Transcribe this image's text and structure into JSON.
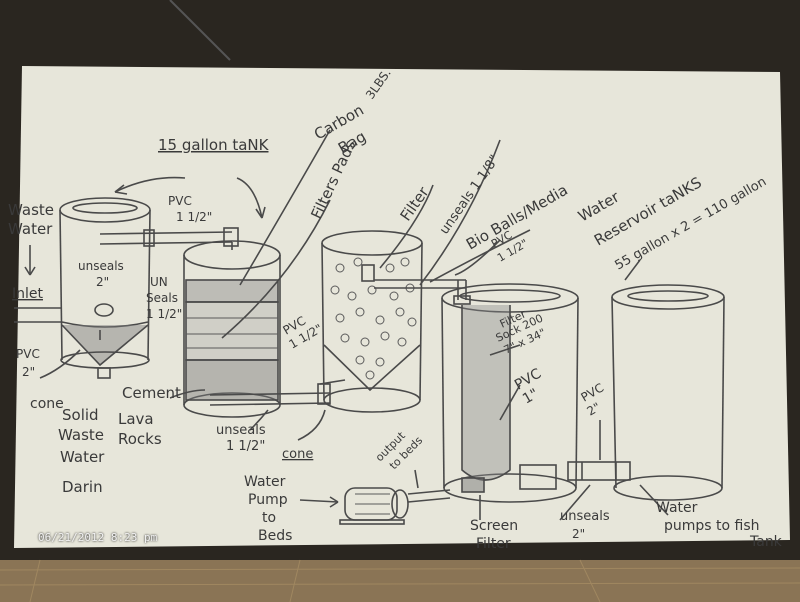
{
  "colors": {
    "paper": "#e7e6da",
    "ink": "#454545",
    "background": "#2a2620",
    "floor": "#8a7455"
  },
  "timestamp": "06/21/2012 8:23 pm",
  "labels": {
    "waste_water": [
      "Waste",
      "Water"
    ],
    "inlet": "Inlet",
    "pvc2_left": [
      "PVC",
      "2\""
    ],
    "cone_left": "cone",
    "solid_waste": [
      "Solid",
      "Waste",
      "Water",
      "Darin"
    ],
    "cement": "Cement",
    "unseals_2": [
      "unseals",
      "2\""
    ],
    "gallon_tank": "15 gallon taNK",
    "pvc_1_half_top": [
      "PVC",
      "1 1/2\""
    ],
    "un_seals": [
      "UN",
      "Seals",
      "1 1/2\""
    ],
    "carbon_bag": [
      "Carbon",
      "Bag"
    ],
    "lbs": "3LBS.",
    "filters_pads": "Filters Pads",
    "lava_rocks": [
      "Lava",
      "Rocks"
    ],
    "pvc_1_half_mid": [
      "PVC",
      "1 1/2\""
    ],
    "unseals_1_half": [
      "unseals",
      "1 1/2\""
    ],
    "cone_mid": "cone",
    "filter": "Filter",
    "unseals_1_eighth": "unseals 1 1/8\"",
    "bio_balls": "Bio Balls/Media",
    "pvc_1_half_right": [
      "PVC",
      "1 1/2\""
    ],
    "water_reservoir": [
      "Water",
      "Reservoir taNKS",
      "55 gallon x 2 = 110 gallon"
    ],
    "filter_sock": [
      "Filter",
      "Sock 200",
      "7\" x 34\""
    ],
    "pvc_1": [
      "PVC",
      "1\""
    ],
    "pvc_2_right": [
      "PVC",
      "2\""
    ],
    "output_beds": [
      "output",
      "to beds"
    ],
    "water_pump_beds": [
      "Water",
      "Pump",
      "to",
      "Beds"
    ],
    "screen_filter": [
      "Screen",
      "Filter"
    ],
    "unseals_2_bottom": [
      "unseals",
      "2\""
    ],
    "water_pumps_fish": [
      "Water",
      "pumps to fish",
      "Tank"
    ]
  }
}
